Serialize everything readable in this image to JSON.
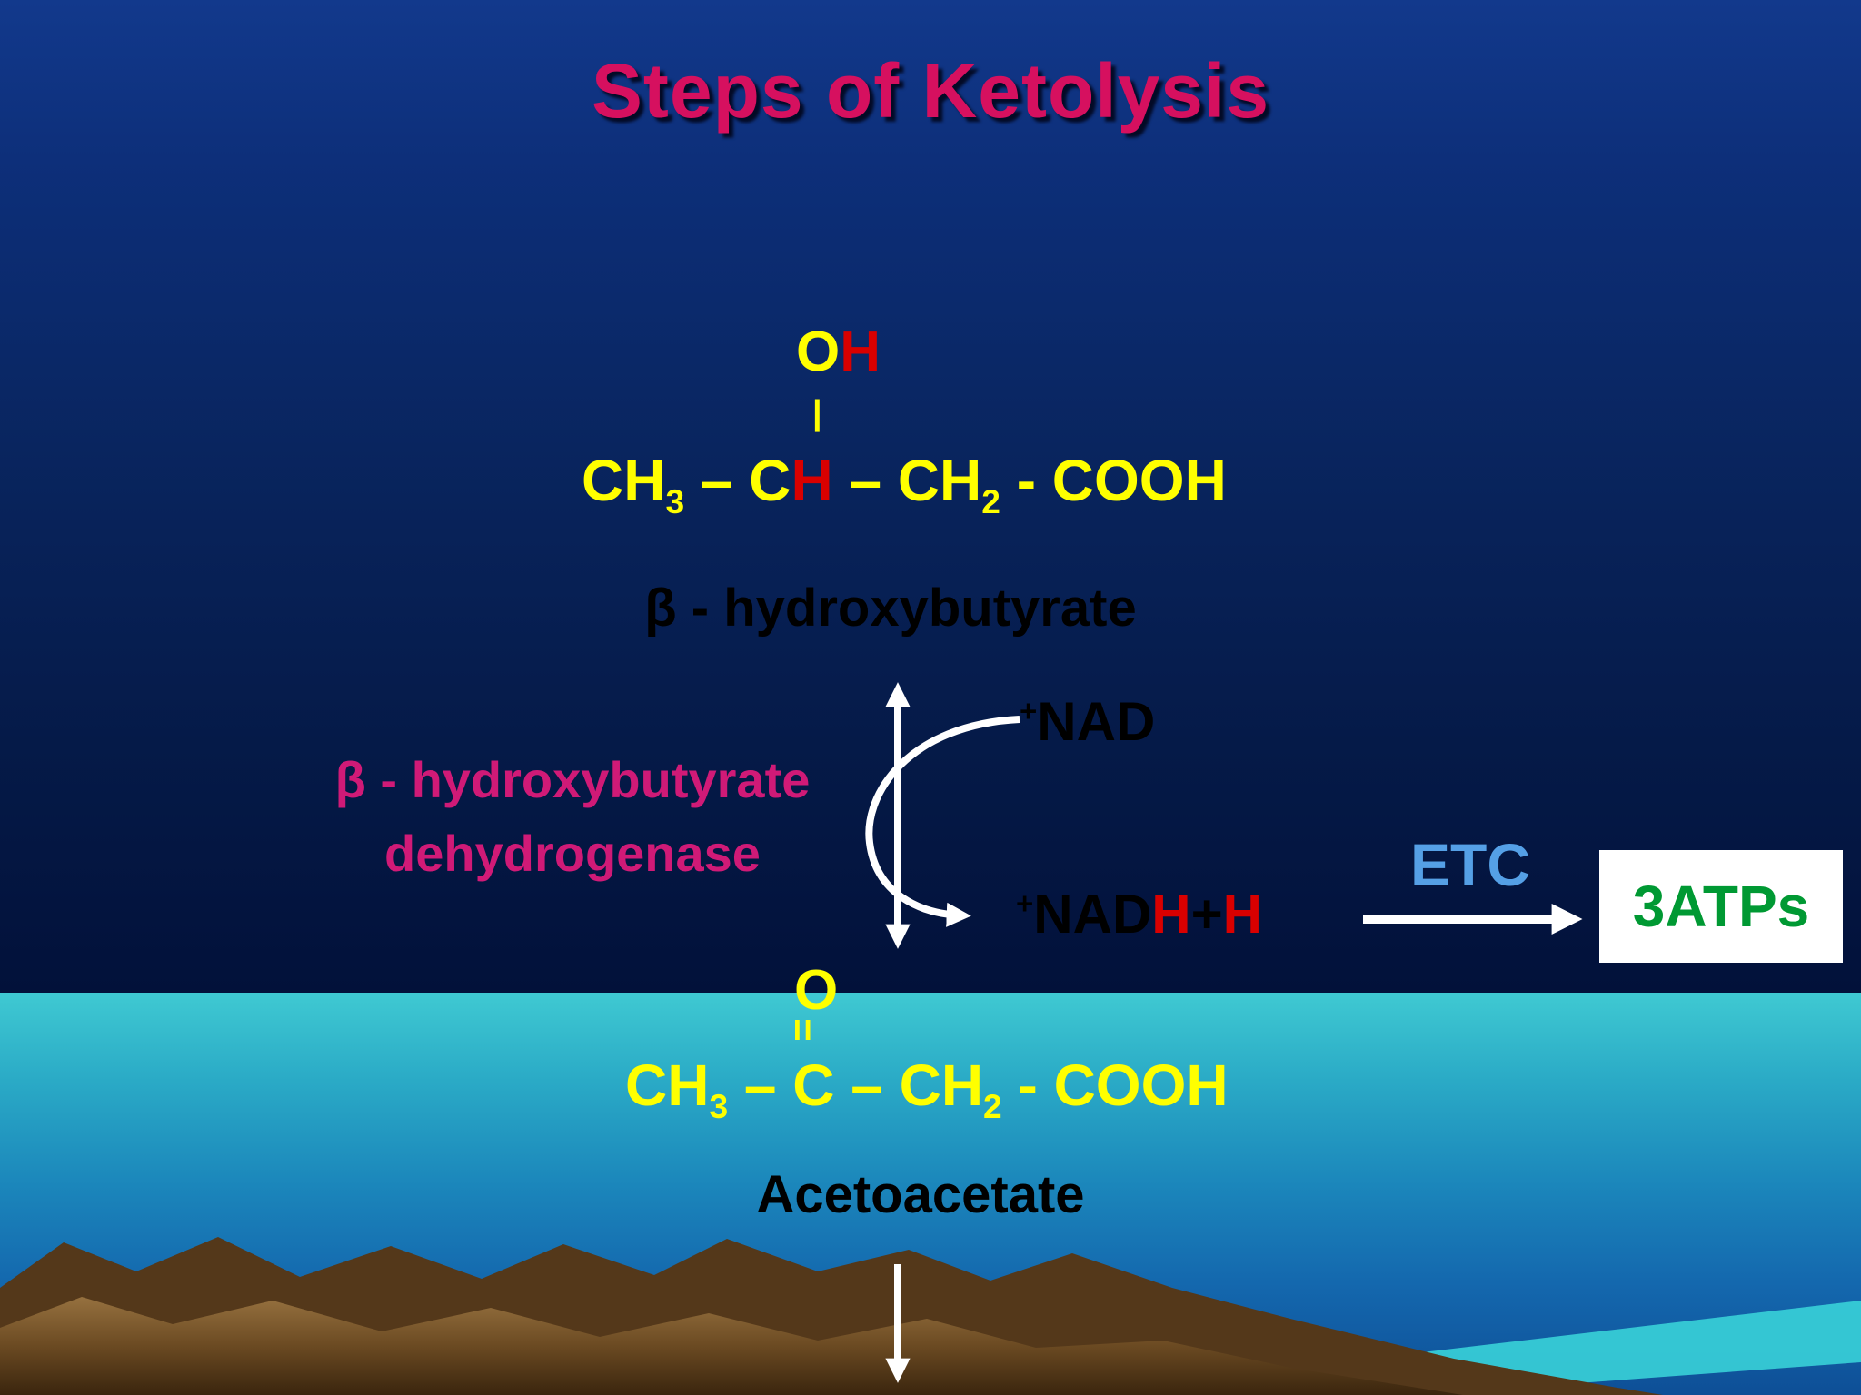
{
  "slide": {
    "title": "Steps of Ketolysis"
  },
  "bhb": {
    "hydroxyl_o": "O",
    "hydroxyl_h": "H",
    "bond": "|",
    "f_ch": "CH",
    "f_sub3": "3",
    "f_dash_c": " – C",
    "f_h_red": "H",
    "f_dash_ch": " – CH",
    "f_sub2": "2",
    "f_cooh": " - COOH",
    "name": "β - hydroxybutyrate"
  },
  "enzyme": {
    "line1": "β - hydroxybutyrate",
    "line2": "dehydrogenase"
  },
  "nad": {
    "sup": "+",
    "label": "NAD"
  },
  "nadh": {
    "sup": "+",
    "nad": "NAD",
    "h1": "H",
    "plus": "+",
    "h2": "H"
  },
  "etc": {
    "label": "ETC"
  },
  "atp": {
    "label": "3ATPs"
  },
  "acetoacetate": {
    "carbonyl_o": "O",
    "double_bond": "=",
    "f_ch": "CH",
    "f_sub3": "3",
    "f_mid": " – C – CH",
    "f_sub2": "2",
    "f_cooh": " - COOH",
    "name": "Acetoacetate"
  },
  "colors": {
    "title_pink": "#d6105f",
    "formula_yellow": "#ffff00",
    "highlight_red": "#d90000",
    "enzyme_magenta": "#d01a77",
    "etc_blue": "#55a0e6",
    "atp_green": "#009933",
    "text_black": "#000000",
    "arrow_white": "#ffffff",
    "sky_navy": "#0a2a6e",
    "sea_teal": "#3fc9d2",
    "mountain_brown": "#6b4a22"
  }
}
